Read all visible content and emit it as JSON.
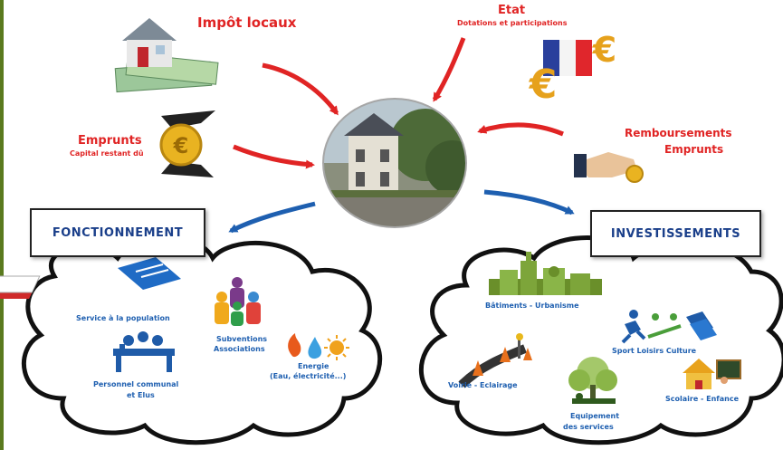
{
  "sources": {
    "impot_title": "Impôt locaux",
    "etat_title": "Etat",
    "etat_sub": "Dotations et participations",
    "emprunts_title": "Emprunts",
    "emprunts_sub": "Capital restant dû",
    "remb_line1": "Remboursements",
    "remb_line2": "Emprunts"
  },
  "fonctionnement": {
    "title": "FONCTIONNEMENT",
    "items": [
      "Service à la population",
      "Subventions",
      "Associations",
      "Personnel communal",
      "et Elus",
      "Energie",
      "(Eau, électricité...)"
    ]
  },
  "investissements": {
    "title": "INVESTISSEMENTS",
    "items": [
      "Bâtiments - Urbanisme",
      "Sport Loisirs Culture",
      "Voirie - Eclairage",
      "Scolaire - Enfance",
      "Equipement",
      "des services"
    ]
  },
  "colors": {
    "income_arrow": "#e02424",
    "expense_arrow": "#1e5fb0",
    "box_text": "#1a3f8a",
    "frame": "#5a7a1e"
  },
  "icons": [
    "house-money-icon",
    "euro-flag-icon",
    "coin-hands-icon",
    "coin-hand-icon",
    "town-hall-photo",
    "files-icon",
    "people-group-icon",
    "meeting-icon",
    "energy-icon",
    "buildings-icon",
    "sports-icon",
    "road-cones-icon",
    "tree-equipment-icon",
    "school-icon"
  ]
}
